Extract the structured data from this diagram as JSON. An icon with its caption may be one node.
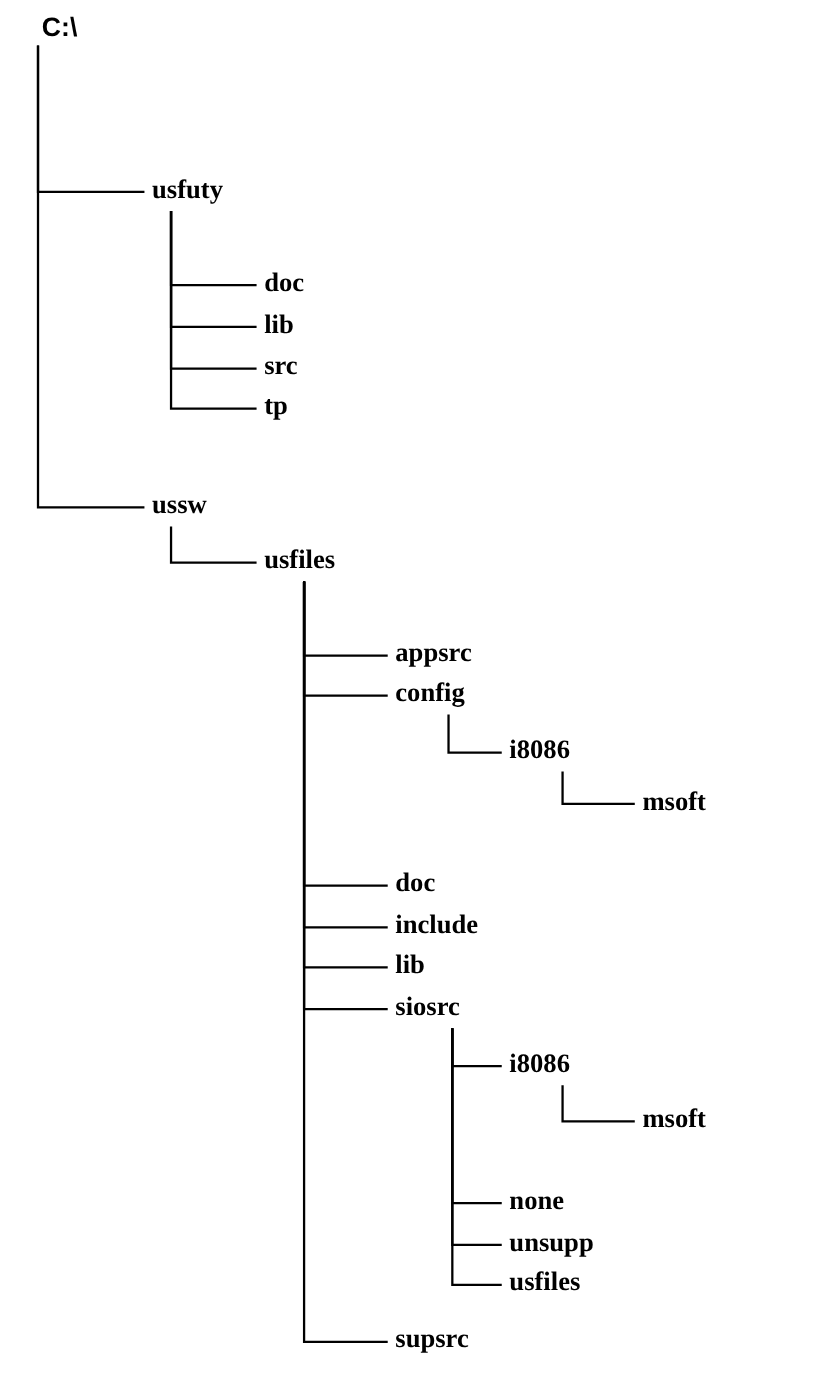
{
  "diagram": {
    "nodes": [
      {
        "text": [
          "C:\\"
        ]
      },
      {
        "text": [
          "usfuty"
        ]
      },
      {
        "text": [
          "doc"
        ]
      },
      {
        "text": [
          "lib"
        ]
      },
      {
        "text": [
          "src"
        ]
      },
      {
        "text": [
          "tp"
        ]
      },
      {
        "text": [
          "ussw"
        ]
      },
      {
        "text": [
          "usfiles"
        ]
      },
      {
        "text": [
          "appsrc"
        ]
      },
      {
        "text": [
          "config"
        ]
      },
      {
        "text": [
          "i8086"
        ]
      },
      {
        "text": [
          "msoft"
        ]
      },
      {
        "text": [
          "doc"
        ]
      },
      {
        "text": [
          "include"
        ]
      },
      {
        "text": [
          "lib"
        ]
      },
      {
        "text": [
          "siosrc"
        ]
      },
      {
        "text": [
          "i8086"
        ]
      },
      {
        "text": [
          "msoft"
        ]
      },
      {
        "text": [
          "none"
        ]
      },
      {
        "text": [
          "unsupp"
        ]
      },
      {
        "text": [
          "usfiles"
        ]
      },
      {
        "text": [
          "supsrc"
        ]
      }
    ],
    "edges": [
      {
        "from": 0,
        "to": 1,
        "arrow": "none"
      },
      {
        "from": 0,
        "to": 6,
        "arrow": "none"
      },
      {
        "from": 1,
        "to": 2,
        "arrow": "none"
      },
      {
        "from": 1,
        "to": 3,
        "arrow": "none"
      },
      {
        "from": 1,
        "to": 4,
        "arrow": "none"
      },
      {
        "from": 1,
        "to": 5,
        "arrow": "none"
      },
      {
        "from": 6,
        "to": 7,
        "arrow": "none"
      },
      {
        "from": 7,
        "to": 8,
        "arrow": "none"
      },
      {
        "from": 7,
        "to": 9,
        "arrow": "none"
      },
      {
        "from": 9,
        "to": 10,
        "arrow": "none"
      },
      {
        "from": 10,
        "to": 11,
        "arrow": "none"
      },
      {
        "from": 7,
        "to": 12,
        "arrow": "none"
      },
      {
        "from": 7,
        "to": 13,
        "arrow": "none"
      },
      {
        "from": 7,
        "to": 14,
        "arrow": "none"
      },
      {
        "from": 7,
        "to": 15,
        "arrow": "none"
      },
      {
        "from": 15,
        "to": 16,
        "arrow": "none"
      },
      {
        "from": 16,
        "to": 17,
        "arrow": "none"
      },
      {
        "from": 15,
        "to": 18,
        "arrow": "none"
      },
      {
        "from": 15,
        "to": 19,
        "arrow": "none"
      },
      {
        "from": 15,
        "to": 20,
        "arrow": "none"
      },
      {
        "from": 7,
        "to": 21,
        "arrow": "none"
      }
    ]
  }
}
